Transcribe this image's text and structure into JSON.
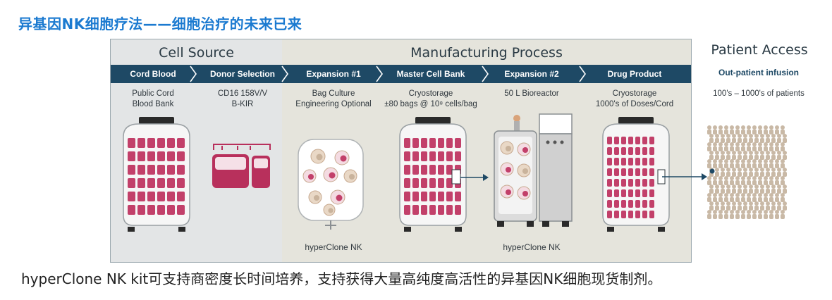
{
  "title": "异基因NK细胞疗法——细胞治疗的未来已来",
  "sections": {
    "cell_source": "Cell Source",
    "manufacturing": "Manufacturing Process",
    "patient_access": "Patient Access"
  },
  "steps": [
    {
      "label": "Cord Blood",
      "detail": [
        "Public Cord",
        "Blood Bank"
      ]
    },
    {
      "label": "Donor Selection",
      "detail": [
        "CD16 158V/V",
        "B-KIR"
      ]
    },
    {
      "label": "Expansion #1",
      "detail": [
        "Bag Culture",
        "Engineering Optional"
      ]
    },
    {
      "label": "Master Cell Bank",
      "detail": [
        "Cryostorage",
        "±80 bags @ 10⁸ cells/bag"
      ]
    },
    {
      "label": "Expansion #2",
      "detail": [
        "50 L Bioreactor",
        ""
      ]
    },
    {
      "label": "Drug Product",
      "detail": [
        "Cryostorage",
        "1000's of Doses/Cord"
      ]
    }
  ],
  "patient": {
    "subtitle": "Out-patient infusion",
    "count": "100's – 1000's of patients"
  },
  "captions": {
    "expansion1": "hyperClone NK",
    "expansion2": "hyperClone NK"
  },
  "footer": "hyperClone NK kit可支持商密度长时间培养，支持获得大量高纯度高活性的异基因NK细胞现货制剂。",
  "colors": {
    "title": "#1b7ad0",
    "arrowbar": "#1e4965",
    "vial": "#c2406a",
    "bag": "#b8305c",
    "patient": "#c9b9a6"
  }
}
